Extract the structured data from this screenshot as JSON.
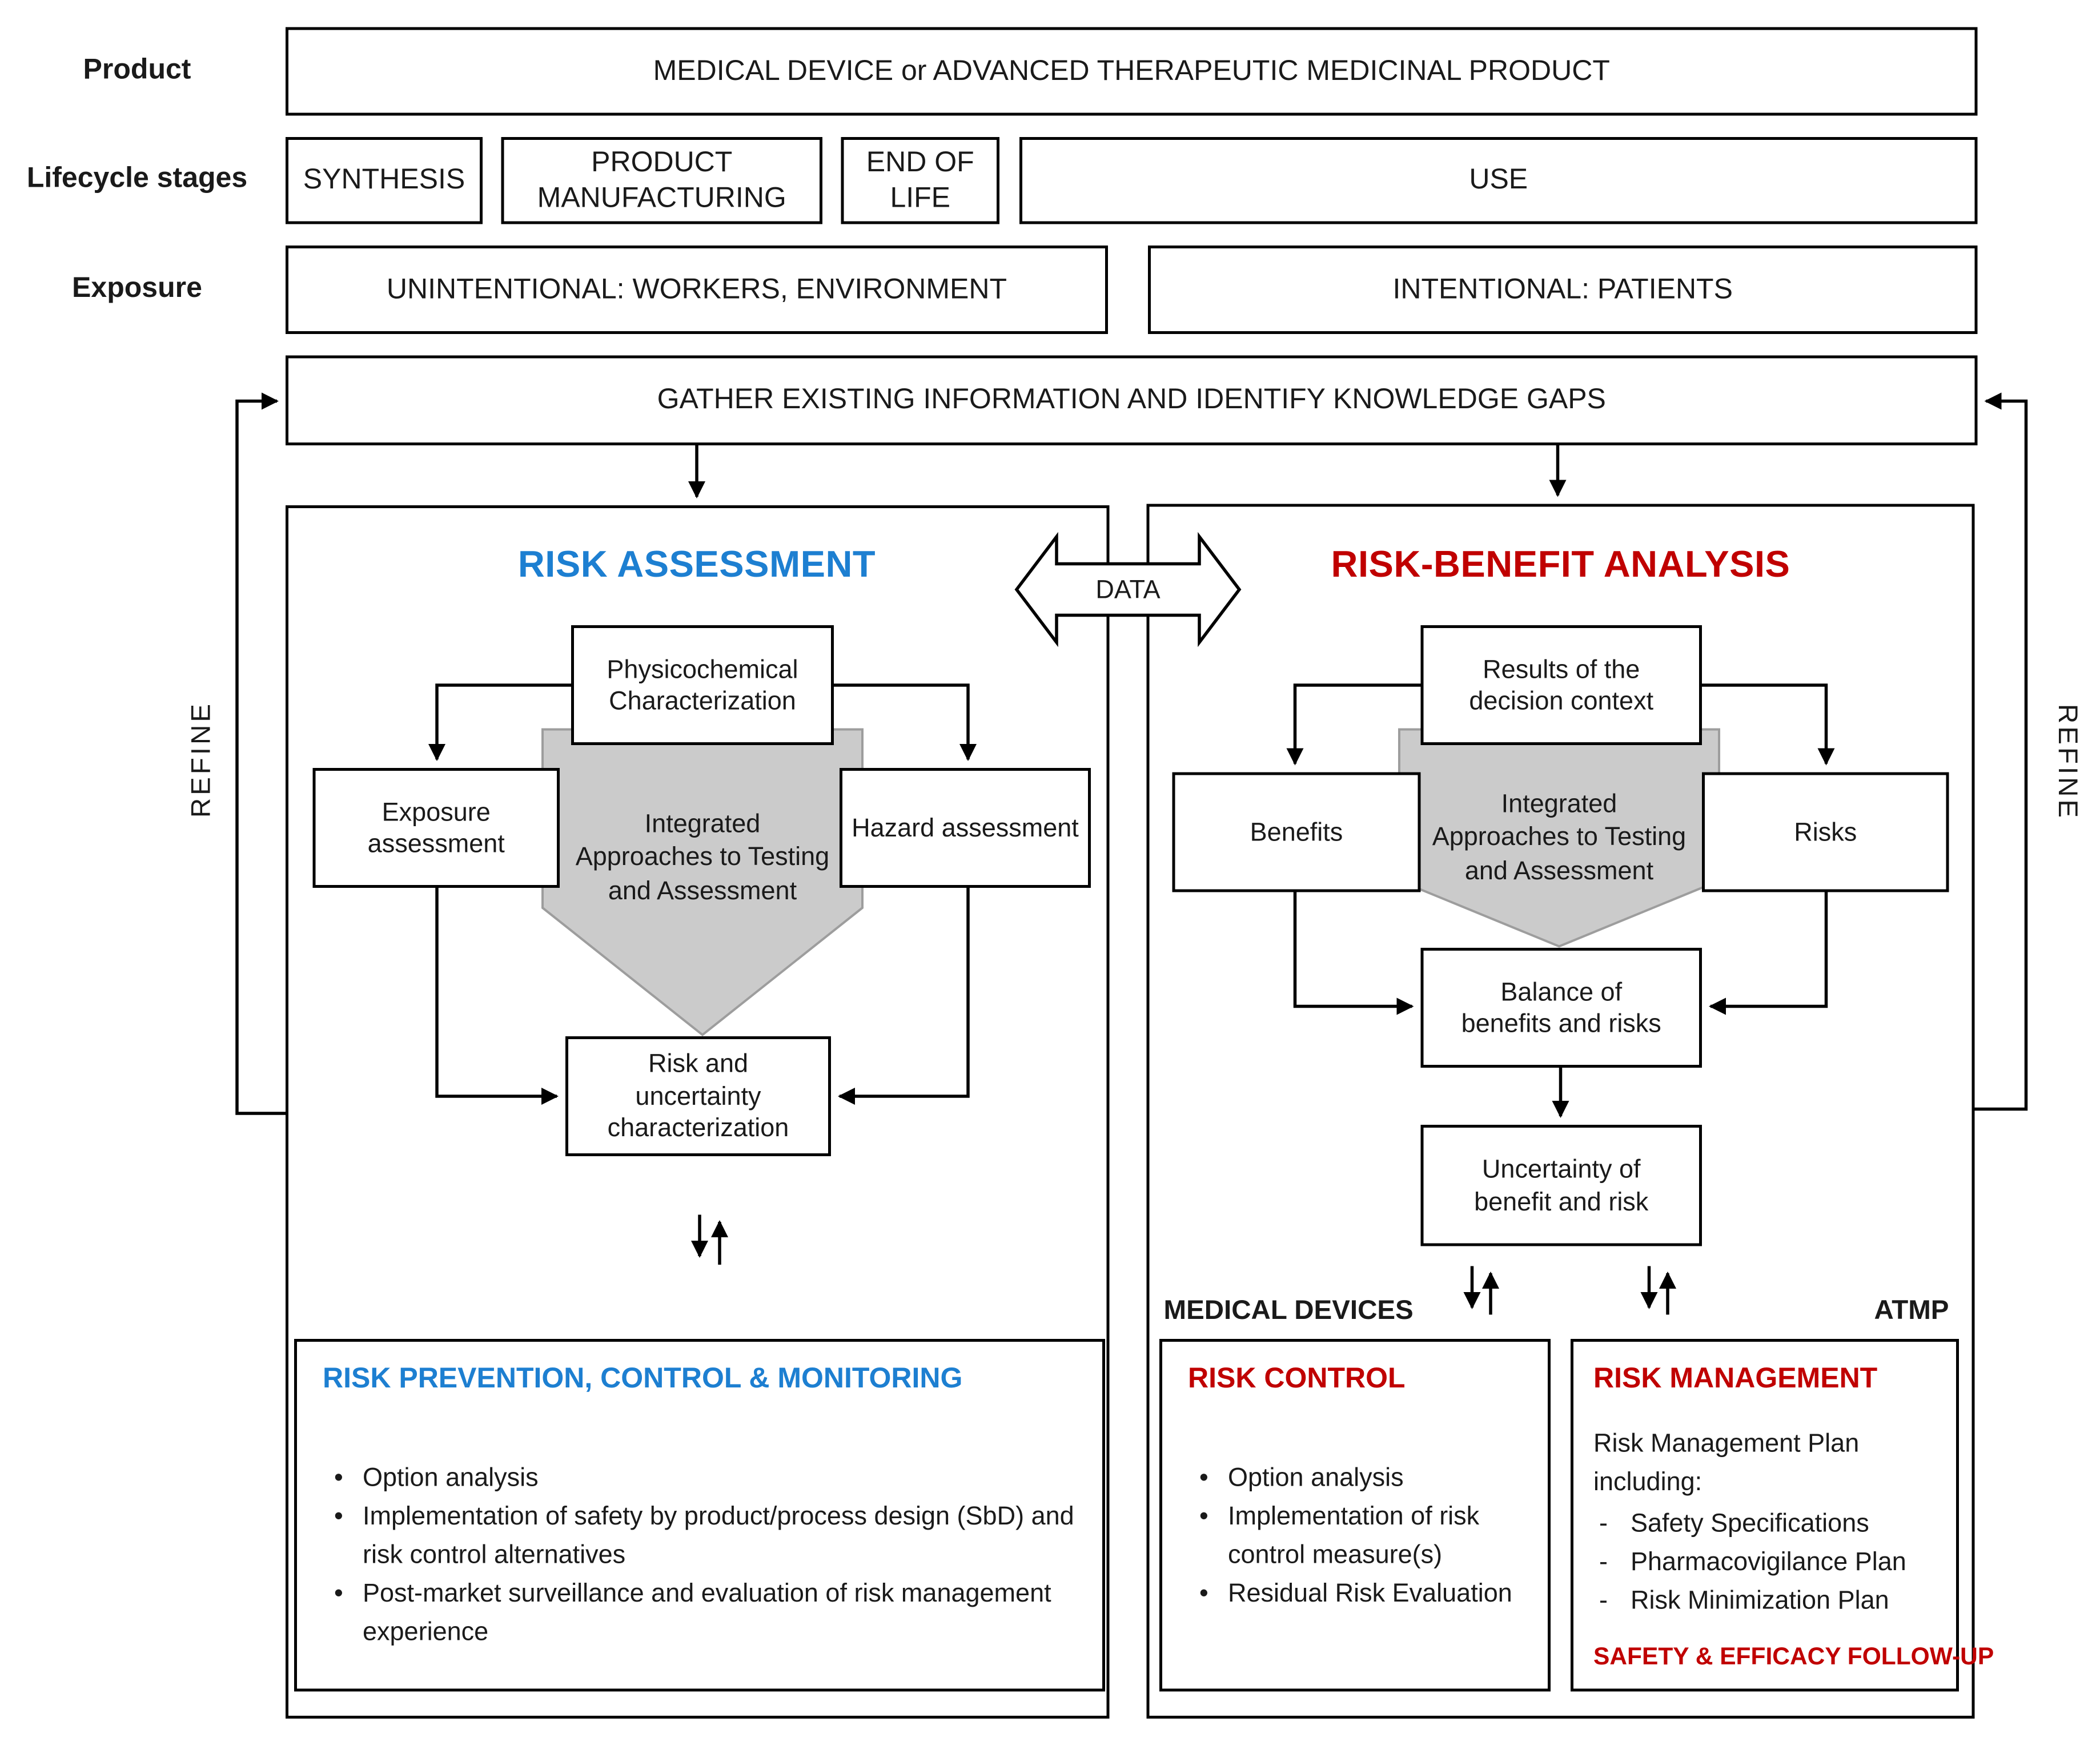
{
  "colors": {
    "accent_blue": "#1d7fd1",
    "accent_red": "#c00000",
    "funnel_fill": "#cbcbcb",
    "funnel_stroke": "#9d9d9d"
  },
  "row_labels": {
    "product": "Product",
    "lifecycle": "Lifecycle stages",
    "exposure": "Exposure"
  },
  "top": {
    "product_box": "MEDICAL DEVICE or ADVANCED THERAPEUTIC MEDICINAL PRODUCT",
    "synthesis": "SYNTHESIS",
    "manufacturing": "PRODUCT MANUFACTURING",
    "end_of_life": "END OF LIFE",
    "use": "USE",
    "unintentional": "UNINTENTIONAL: WORKERS, ENVIRONMENT",
    "intentional": "INTENTIONAL: PATIENTS",
    "gather": "GATHER EXISTING INFORMATION AND IDENTIFY KNOWLEDGE GAPS"
  },
  "connectors": {
    "data_label": "DATA",
    "refine_left": "REFINE",
    "refine_right": "REFINE"
  },
  "risk_assessment": {
    "title": "RISK ASSESSMENT",
    "physicochemical": "Physicochemical Characterization",
    "exposure_assessment": "Exposure assessment",
    "hazard_assessment": "Hazard assessment",
    "iata": "Integrated Approaches to Testing and Assessment",
    "risk_uncertainty": "Risk and uncertainty characterization",
    "prevention": {
      "title": "RISK PREVENTION, CONTROL & MONITORING",
      "bullets": [
        "Option analysis",
        "Implementation of safety by product/process design (SbD) and risk control alternatives",
        "Post-market surveillance and evaluation of risk management experience"
      ]
    }
  },
  "risk_benefit": {
    "title": "RISK-BENEFIT ANALYSIS",
    "results": "Results of the decision context",
    "benefits": "Benefits",
    "risks": "Risks",
    "iata": "Integrated Approaches to Testing and Assessment",
    "balance": "Balance of benefits and risks",
    "uncertainty": "Uncertainty of benefit and risk",
    "medical_devices_label": "MEDICAL DEVICES",
    "atmp_label": "ATMP",
    "risk_control": {
      "title": "RISK CONTROL",
      "bullets": [
        "Option analysis",
        "Implementation of risk control measure(s)",
        "Residual Risk Evaluation"
      ]
    },
    "risk_management": {
      "title": "RISK MANAGEMENT",
      "intro": "Risk Management Plan including:",
      "items": [
        "Safety Specifications",
        "Pharmacovigilance Plan",
        "Risk Minimization Plan"
      ],
      "footer": "SAFETY & EFFICACY FOLLOW-UP"
    }
  }
}
